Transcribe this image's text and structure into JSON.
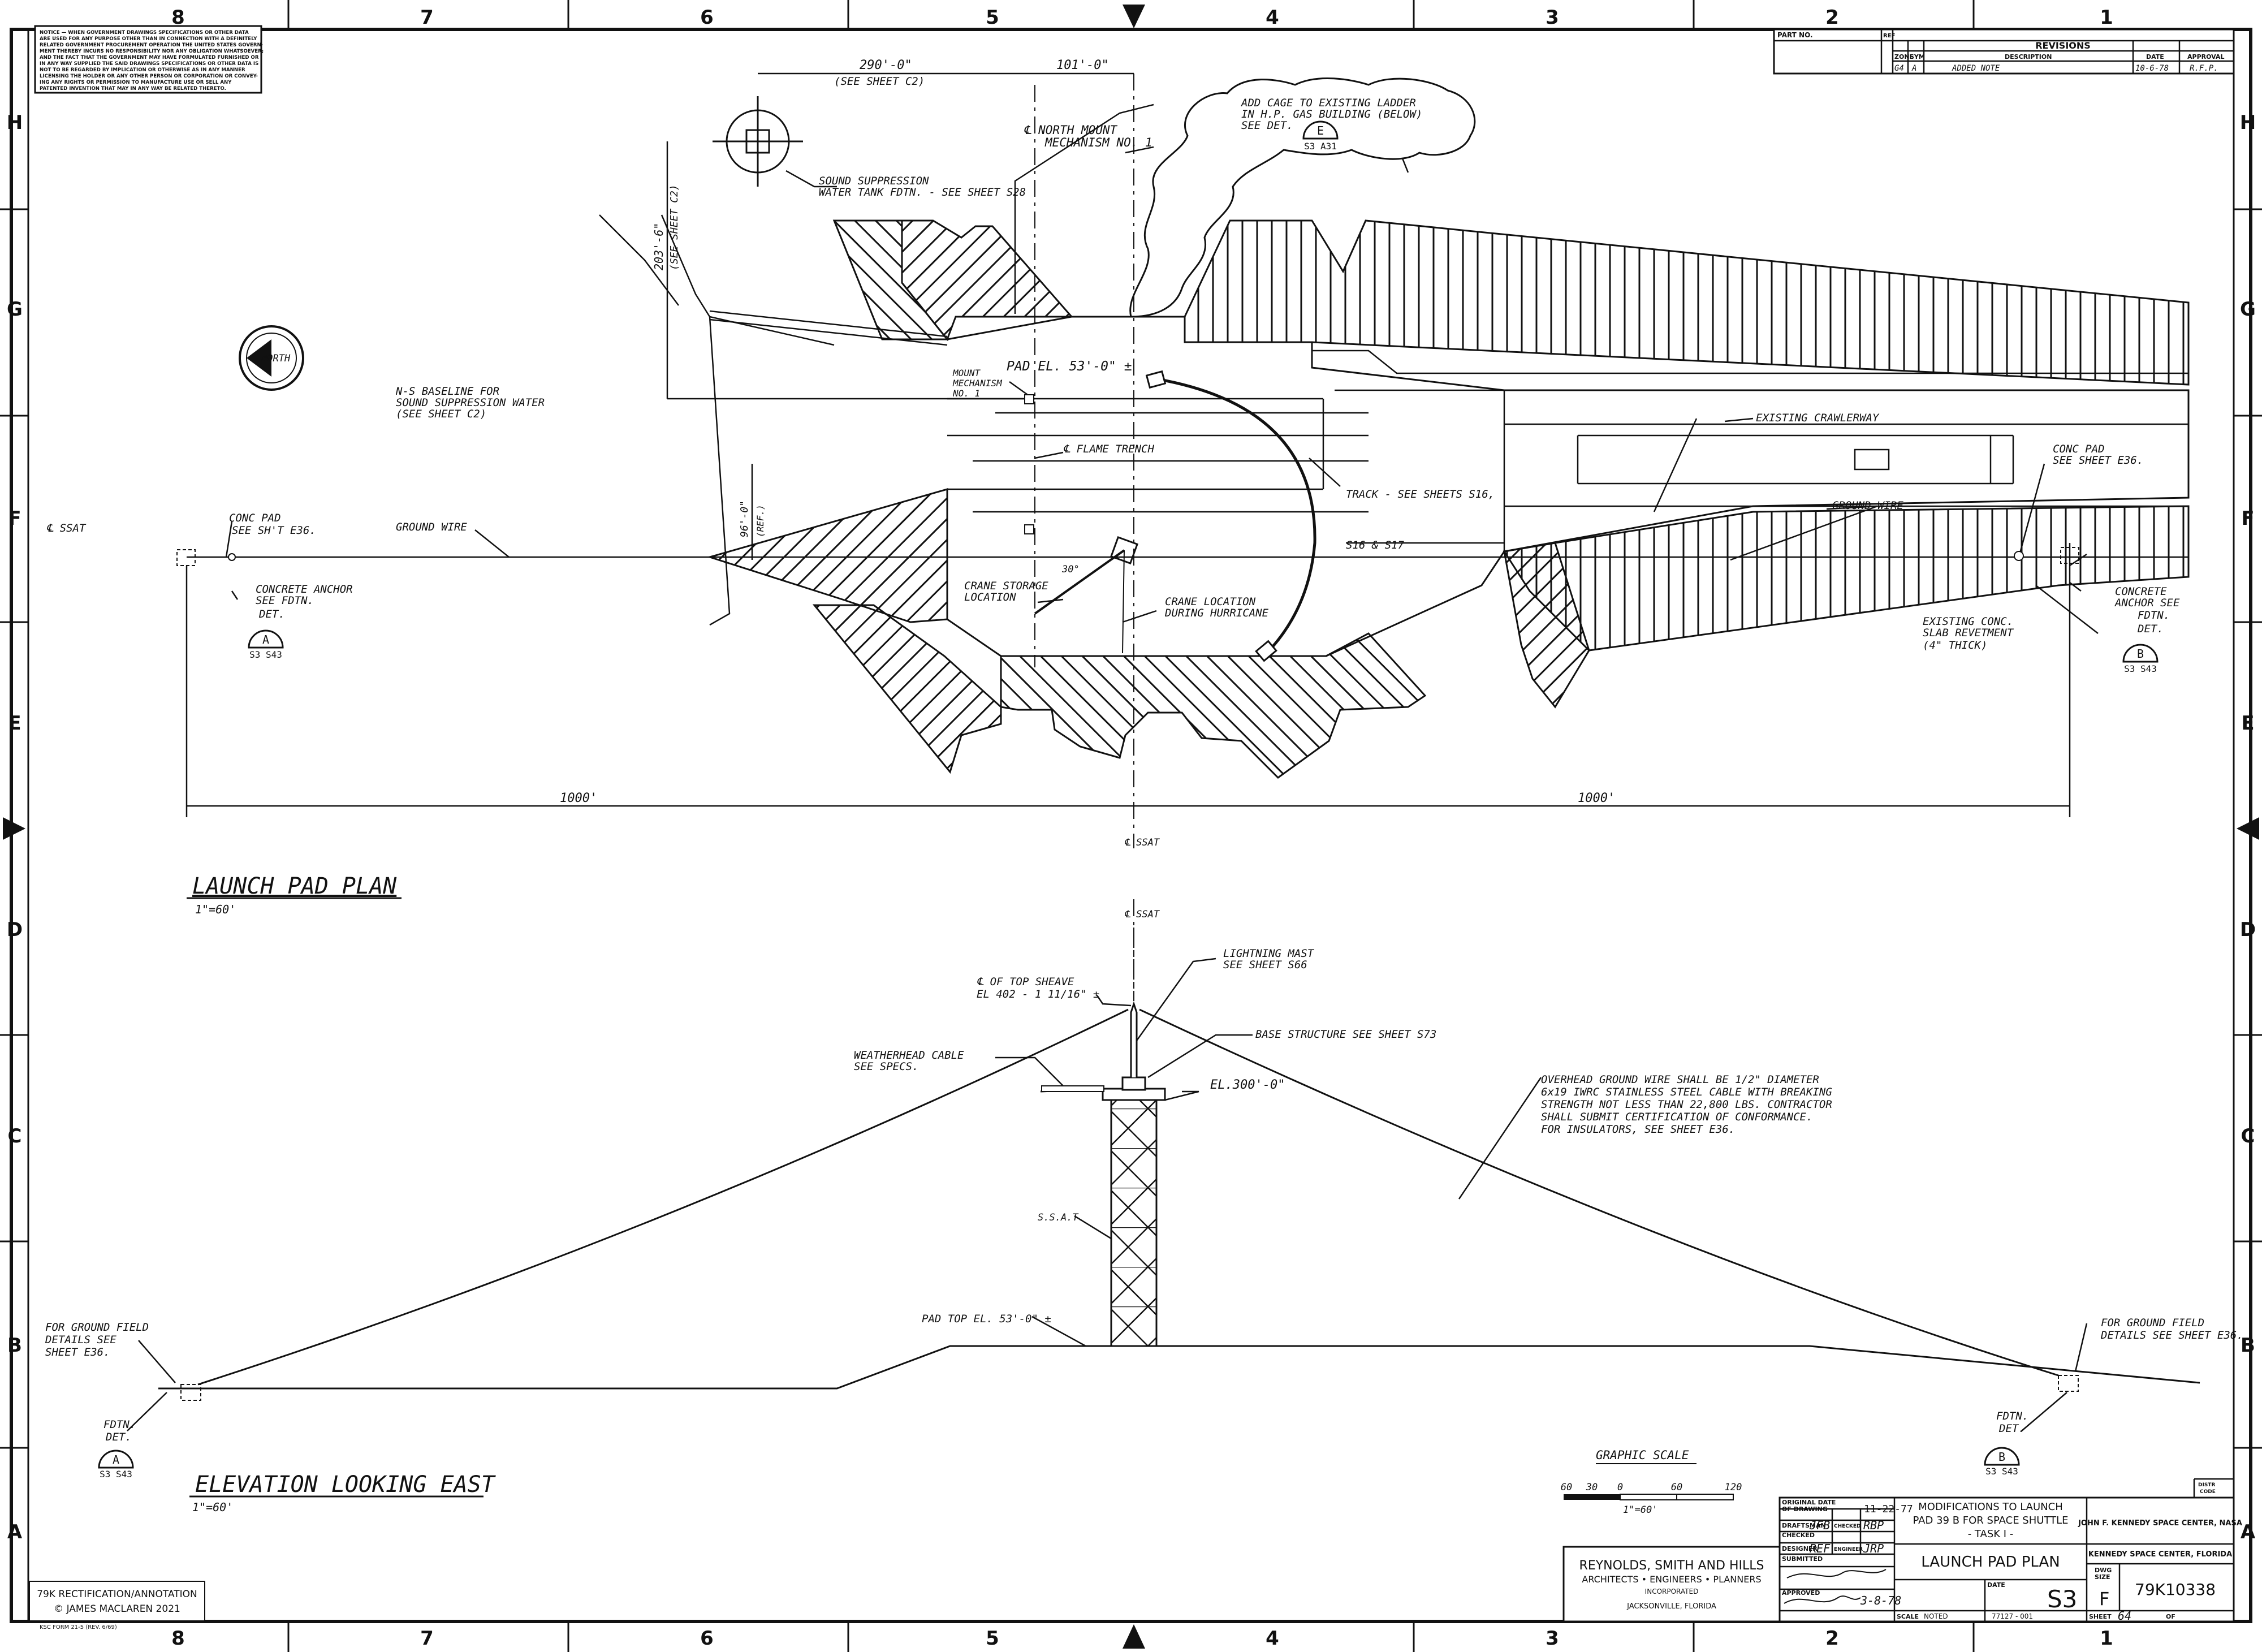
{
  "border": {
    "columns": [
      "8",
      "7",
      "6",
      "5",
      "4",
      "3",
      "2",
      "1"
    ],
    "rows": [
      "H",
      "G",
      "F",
      "E",
      "D",
      "C",
      "B",
      "A"
    ]
  },
  "notice_lines": [
    "NOTICE — WHEN GOVERNMENT DRAWINGS SPECIFICATIONS OR OTHER DATA",
    "ARE USED FOR ANY PURPOSE OTHER THAN IN CONNECTION WITH A DEFINITELY",
    "RELATED GOVERNMENT PROCUREMENT OPERATION THE UNITED STATES GOVERN-",
    "MENT THEREBY INCURS NO RESPONSIBILITY NOR ANY OBLIGATION WHATSOEVER;",
    "AND THE FACT THAT THE GOVERNMENT MAY HAVE FORMULATED FURNISHED OR",
    "IN ANY WAY SUPPLIED THE SAID DRAWINGS SPECIFICATIONS OR OTHER DATA IS",
    "NOT TO BE REGARDED BY IMPLICATION OR OTHERWISE AS IN ANY MANNER",
    "LICENSING THE HOLDER OR ANY OTHER PERSON OR CORPORATION OR CONVEY-",
    "ING ANY RIGHTS OR PERMISSION TO MANUFACTURE USE OR SELL ANY",
    "PATENTED INVENTION THAT MAY IN ANY WAY BE RELATED THERETO."
  ],
  "revisions": {
    "part_no": "PART NO.",
    "ref": "REF",
    "title": "REVISIONS",
    "headers": [
      "ZONE",
      "SYM",
      "DESCRIPTION",
      "DATE",
      "APPROVAL"
    ],
    "rows": [
      {
        "zone": "G4",
        "sym": "A",
        "description": "ADDED NOTE",
        "date": "10-6-78",
        "approval": "R.F.P."
      }
    ]
  },
  "plan": {
    "dim_290": "290'-0\"",
    "see_sheet_c2": "(SEE SHEET C2)",
    "dim_101": "101'-0\"",
    "north_mount_1": "℄ NORTH MOUNT",
    "north_mount_2": "MECHANISM NO. 1",
    "cage_1": "ADD CAGE TO EXISTING LADDER",
    "cage_2": "IN H.P. GAS BUILDING (BELOW)",
    "cage_3": "SEE DET.",
    "sound_1": "SOUND SUPPRESSION",
    "sound_2": "WATER TANK FDTN. - SEE SHEET S28",
    "dim_203_1": "203'-6\"",
    "dim_203_2": "(SEE SHEET C2)",
    "north_label": "NORTH",
    "mount_mech_1": "MOUNT",
    "mount_mech_2": "MECHANISM",
    "mount_mech_3": "NO. 1",
    "pad_el": "PAD EL. 53'-0\" ±",
    "baseline_1": "N-S BASELINE FOR",
    "baseline_2": "SOUND SUPPRESSION WATER",
    "baseline_3": "(SEE SHEET C2)",
    "flame_trench": "℄ FLAME TRENCH",
    "crawlerway": "EXISTING CRAWLERWAY",
    "conc_pad_r1": "CONC PAD",
    "conc_pad_r2": "SEE SHEET E36.",
    "ground_wire_r": "GROUND WIRE",
    "dim_96_1": "96'-0\"",
    "dim_96_2": "(REF.)",
    "ssat_left": "℄ SSAT",
    "conc_pad_l1": "CONC PAD",
    "conc_pad_l2": "SEE SH'T E36.",
    "ground_wire_l": "GROUND WIRE",
    "track_1": "TRACK - SEE SHEETS S16,",
    "track_2": "S16 & S17",
    "angle": "30°",
    "crane_storage_1": "CRANE STORAGE",
    "crane_storage_2": "LOCATION",
    "crane_loc_1": "CRANE LOCATION",
    "crane_loc_2": "DURING HURRICANE",
    "anchor_l1": "CONCRETE ANCHOR",
    "anchor_l2": "SEE FDTN.",
    "anchor_l3": "DET.",
    "anchor_r1": "CONCRETE",
    "anchor_r2": "ANCHOR SEE",
    "anchor_r3": "FDTN.",
    "anchor_r4": "DET.",
    "revet_1": "EXISTING CONC.",
    "revet_2": "SLAB REVETMENT",
    "revet_3": "(4\" THICK)",
    "dim_1000_l": "1000'",
    "dim_1000_r": "1000'",
    "ssat_bottom": "℄ SSAT",
    "title": "LAUNCH PAD PLAN",
    "scale": "1\"=60'"
  },
  "details": {
    "e_letter": "E",
    "e_ref": "S3  A31",
    "a_letter": "A",
    "a_ref": "S3  S43",
    "b_letter": "B",
    "b_ref": "S3  S43"
  },
  "elevation": {
    "ssat_top": "℄ SSAT",
    "top_sheave_1": "℄ OF TOP SHEAVE",
    "top_sheave_2": "EL 402 - 1 11/16\" ±",
    "mast_1": "LIGHTNING MAST",
    "mast_2": "SEE SHEET S66",
    "weatherhead_1": "WEATHERHEAD CABLE",
    "weatherhead_2": "SEE SPECS.",
    "base_structure": "BASE STRUCTURE SEE SHEET S73",
    "el300": "EL.300'-0\"",
    "note_1": "OVERHEAD GROUND WIRE SHALL BE 1/2\" DIAMETER",
    "note_2": "6x19 IWRC STAINLESS STEEL CABLE WITH BREAKING",
    "note_3": "STRENGTH NOT LESS THAN 22,800 LBS. CONTRACTOR",
    "note_4": "SHALL SUBMIT CERTIFICATION OF CONFORMANCE.",
    "note_5": "FOR INSULATORS, SEE SHEET E36.",
    "ssat_tower": "S.S.A.T.",
    "pad_top": "PAD TOP EL. 53'-0\" ±",
    "field_l1": "FOR GROUND FIELD",
    "field_l2": "DETAILS SEE",
    "field_l3": "SHEET E36.",
    "field_r1": "FOR GROUND FIELD",
    "field_r2": "DETAILS SEE SHEET E36.",
    "fdtn_l1": "FDTN.",
    "fdtn_l2": "DET.",
    "fdtn_r1": "FDTN.",
    "fdtn_r2": "DET.",
    "title": "ELEVATION LOOKING EAST",
    "scale": "1\"=60'"
  },
  "graphic_scale": {
    "title": "GRAPHIC SCALE",
    "ticks": [
      "60",
      "30",
      "0",
      "60",
      "120"
    ],
    "caption": "1\"=60'"
  },
  "title_block": {
    "original_date_label_1": "ORIGINAL DATE",
    "original_date_label_2": "OF DRAWING",
    "original_date": "11-22-77",
    "draftsman_label": "DRAFTSMAN",
    "draftsman": "JFB",
    "checked_label": "CHECKED",
    "checked": "RBP",
    "checked_label2": "CHECKED",
    "designer_label": "DESIGNER",
    "designer": "REF",
    "engineer_label": "ENGINEER",
    "engineer": "JRP",
    "submitted_label": "SUBMITTED",
    "approved_label": "APPROVED",
    "approved_date": "3-8-78",
    "firm_1": "REYNOLDS, SMITH AND HILLS",
    "firm_2": "ARCHITECTS • ENGINEERS • PLANNERS",
    "firm_3": "INCORPORATED",
    "firm_4": "JACKSONVILLE, FLORIDA",
    "project_1": "MODIFICATIONS TO LAUNCH",
    "project_2": "PAD 39 B  FOR SPACE SHUTTLE",
    "project_3": "- TASK I -",
    "drawing_title": "LAUNCH PAD PLAN",
    "scale_label": "SCALE",
    "scale_value": "NOTED",
    "date_label": "DATE",
    "date_value": "77127 - 001",
    "sheet_code": "S3",
    "center_1": "JOHN F. KENNEDY SPACE CENTER, NASA",
    "center_2": "KENNEDY SPACE CENTER, FLORIDA",
    "distr_label_1": "DISTR",
    "distr_label_2": "CODE",
    "dwg_size_label_1": "DWG",
    "dwg_size_label_2": "SIZE",
    "dwg_size": "F",
    "drawing_no": "79K10338",
    "sheet_label": "SHEET",
    "sheet_no": "64",
    "of_label": "OF"
  },
  "rectification": {
    "line_1": "79K RECTIFICATION/ANNOTATION",
    "line_2": "© JAMES MACLAREN 2021"
  },
  "form_no": "KSC FORM 21-5 (REV. 6/69)"
}
